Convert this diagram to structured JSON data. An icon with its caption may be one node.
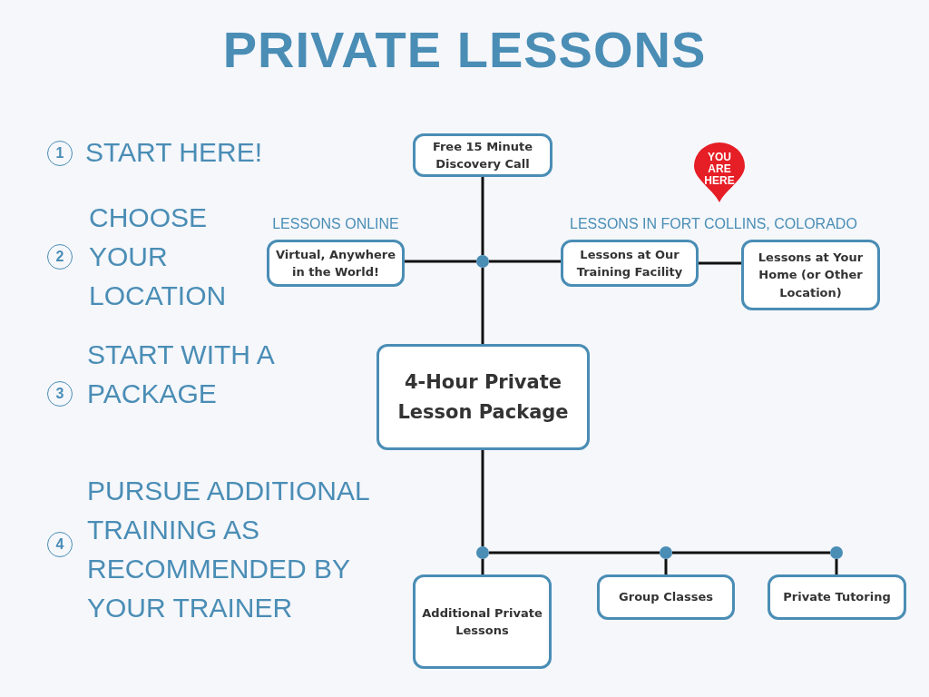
{
  "diagram": {
    "title": "PRIVATE LESSONS",
    "nodes": [
      {
        "text": [
          "Free 15 Minute Discovery Call"
        ]
      },
      {
        "text": [],
        "shape": "circle"
      },
      {
        "text": [
          "Virtual, Anywhere in the World!"
        ],
        "beside": [
          "LESSONS ONLINE"
        ]
      },
      {
        "text": [
          "Lessons at Our Training Facility"
        ]
      },
      {
        "text": [
          "Lessons at Your Home (or Other Location)"
        ]
      },
      {
        "text": [
          "4-Hour Private Lesson Package"
        ]
      },
      {
        "text": [],
        "shape": "circle"
      },
      {
        "text": [],
        "shape": "circle"
      },
      {
        "text": [],
        "shape": "circle"
      },
      {
        "text": [
          "Additional Private Lessons"
        ]
      },
      {
        "text": [
          "Group Classes"
        ]
      },
      {
        "text": [
          "Private Tutoring"
        ]
      }
    ],
    "edges": [
      {
        "from": 0,
        "to": 1,
        "arrow": "none"
      },
      {
        "from": 1,
        "to": 2,
        "arrow": "none"
      },
      {
        "from": 1,
        "to": 3,
        "arrow": "none"
      },
      {
        "from": 3,
        "to": 4,
        "arrow": "none"
      },
      {
        "from": 1,
        "to": 5,
        "arrow": "none"
      },
      {
        "from": 5,
        "to": 6,
        "arrow": "none"
      },
      {
        "from": 6,
        "to": 7,
        "arrow": "none"
      },
      {
        "from": 7,
        "to": 8,
        "arrow": "none"
      },
      {
        "from": 6,
        "to": 9,
        "arrow": "none"
      },
      {
        "from": 7,
        "to": 10,
        "arrow": "none"
      },
      {
        "from": 8,
        "to": 11,
        "arrow": "none"
      }
    ],
    "labels": [
      "1",
      "START HERE!",
      "2",
      "CHOOSE YOUR LOCATION",
      "3",
      "START WITH A PACKAGE",
      "4",
      "PURSUE ADDITIONAL TRAINING AS RECOMMENDED BY YOUR TRAINER",
      "LESSONS IN FORT COLLINS, COLORADO",
      "YOU ARE HERE"
    ]
  }
}
